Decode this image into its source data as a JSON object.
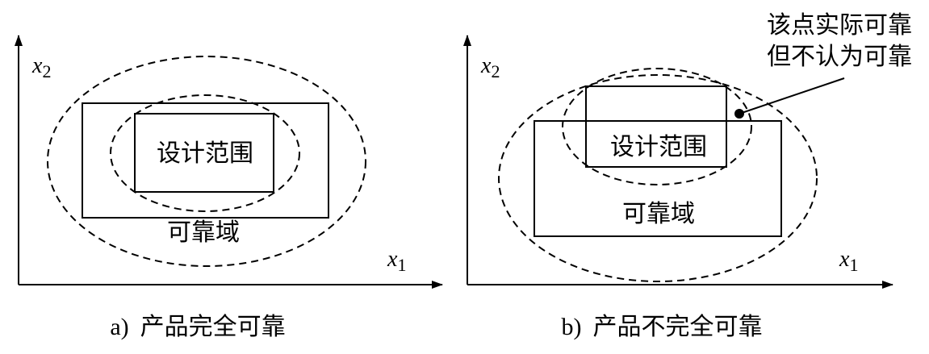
{
  "panel_a": {
    "x_axis_var": "x",
    "x_axis_sub": "1",
    "y_axis_var": "x",
    "y_axis_sub": "2",
    "design_range_label": "设计范围",
    "reliable_domain_label": "可靠域",
    "caption_letter": "a)",
    "caption_text": "产品完全可靠"
  },
  "panel_b": {
    "x_axis_var": "x",
    "x_axis_sub": "1",
    "y_axis_var": "x",
    "y_axis_sub": "2",
    "design_range_label": "设计范围",
    "reliable_domain_label": "可靠域",
    "annotation_line1": "该点实际可靠",
    "annotation_line2": "但不认为可靠",
    "caption_letter": "b)",
    "caption_text": "产品不完全可靠"
  },
  "colors": {
    "stroke": "#000000",
    "background": "#ffffff"
  }
}
